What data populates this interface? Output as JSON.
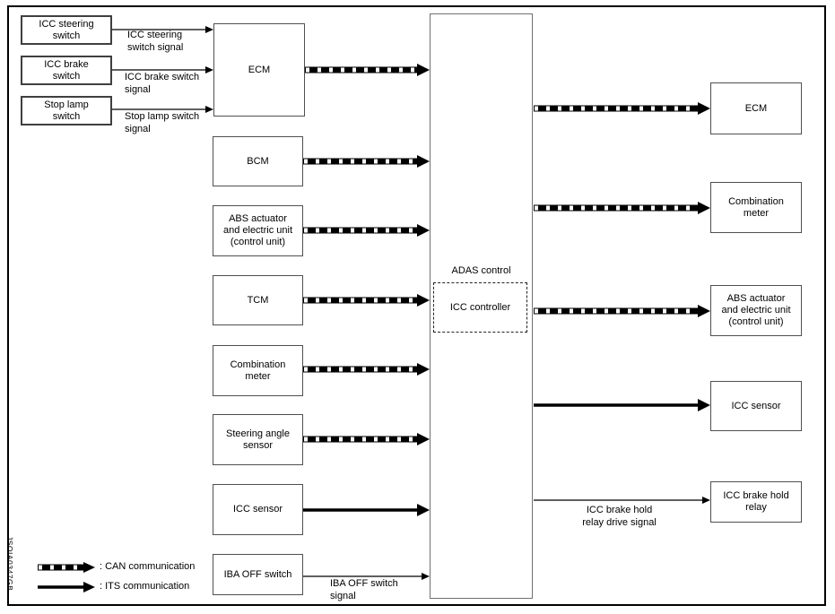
{
  "code": "JSOIA0347GB",
  "colors": {
    "line": "#000000",
    "box_border": "#4f4f4f"
  },
  "left_switches": [
    {
      "label": "ICC steering\nswitch",
      "signal": "ICC steering\nswitch signal"
    },
    {
      "label": "ICC brake\nswitch",
      "signal": "ICC brake switch\nsignal"
    },
    {
      "label": "Stop lamp\nswitch",
      "signal": "Stop lamp switch\nsignal"
    }
  ],
  "input_units": [
    {
      "label": "ECM"
    },
    {
      "label": "BCM"
    },
    {
      "label": "ABS actuator\nand electric unit\n(control unit)"
    },
    {
      "label": "TCM"
    },
    {
      "label": "Combination\nmeter"
    },
    {
      "label": "Steering angle\nsensor"
    },
    {
      "label": "ICC sensor"
    },
    {
      "label": "IBA OFF switch",
      "signal": "IBA OFF switch\nsignal"
    }
  ],
  "controller": {
    "title": "ADAS control",
    "inner_label": "ICC controller"
  },
  "output_units": [
    {
      "label": "ECM"
    },
    {
      "label": "Combination\nmeter"
    },
    {
      "label": "ABS actuator\nand electric unit\n(control unit)"
    },
    {
      "label": "ICC sensor"
    },
    {
      "label": "ICC brake hold\nrelay",
      "signal": "ICC brake hold\nrelay drive signal"
    }
  ],
  "legend": {
    "can_label": ": CAN communication",
    "its_label": ": ITS communication"
  }
}
